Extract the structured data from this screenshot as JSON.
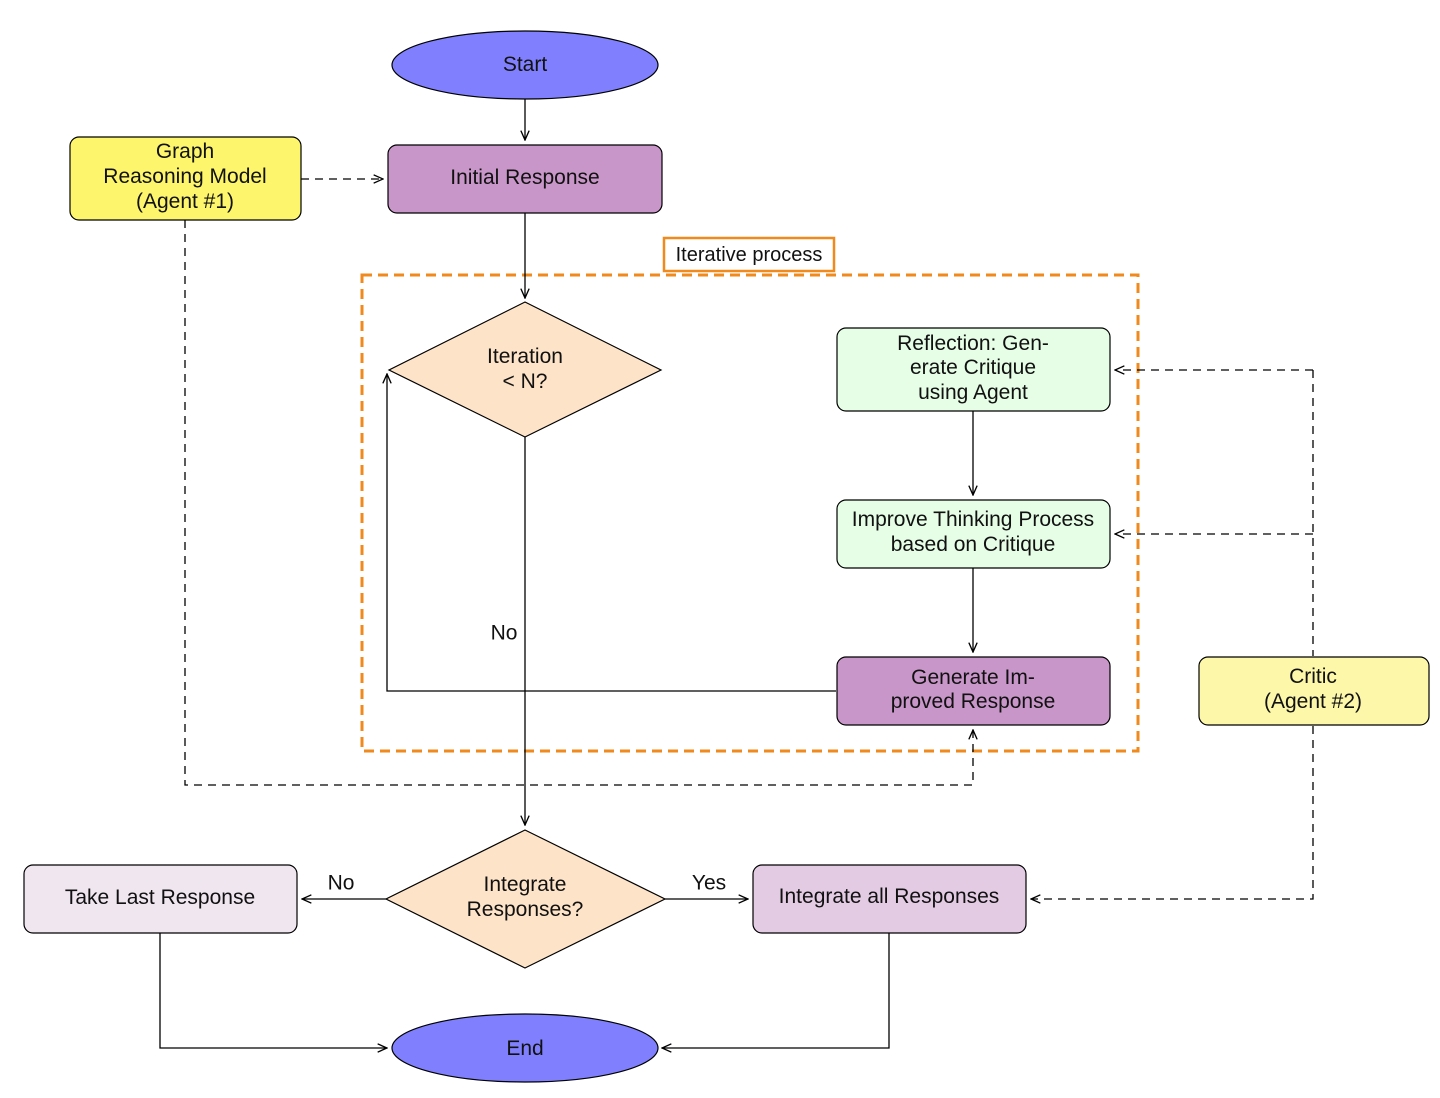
{
  "iterative_label": "Iterative process",
  "colors": {
    "terminal": "#8080ff",
    "purple": "#c896c8",
    "light_purple": "#e3cbe3",
    "pale_purple": "#f0e6f0",
    "decision": "#fde3c8",
    "green": "#e6fde6",
    "yellow_agent1": "#fdf56c",
    "yellow_agent2": "#fdf7a9",
    "iterative_border": "#f08a1c"
  },
  "nodes": {
    "start": {
      "lines": [
        "Start"
      ]
    },
    "graph_model": {
      "lines": [
        "Graph",
        "Reasoning Model",
        "(Agent #1)"
      ]
    },
    "initial": {
      "lines": [
        "Initial Response"
      ]
    },
    "iteration": {
      "lines": [
        "Iteration",
        "< N?"
      ]
    },
    "reflection": {
      "lines": [
        "Reflection: Gen-",
        "erate Critique",
        "using Agent"
      ]
    },
    "improve": {
      "lines": [
        "Improve Thinking Process",
        "based on Critique"
      ]
    },
    "generate": {
      "lines": [
        "Generate Im-",
        "proved Response"
      ]
    },
    "critic": {
      "lines": [
        "Critic",
        "(Agent #2)"
      ]
    },
    "integrate_q": {
      "lines": [
        "Integrate",
        "Responses?"
      ]
    },
    "take_last": {
      "lines": [
        "Take Last Response"
      ]
    },
    "integrate_all": {
      "lines": [
        "Integrate all Responses"
      ]
    },
    "end": {
      "lines": [
        "End"
      ]
    }
  },
  "edge_labels": {
    "iteration_no": "No",
    "integrate_no": "No",
    "integrate_yes": "Yes"
  }
}
